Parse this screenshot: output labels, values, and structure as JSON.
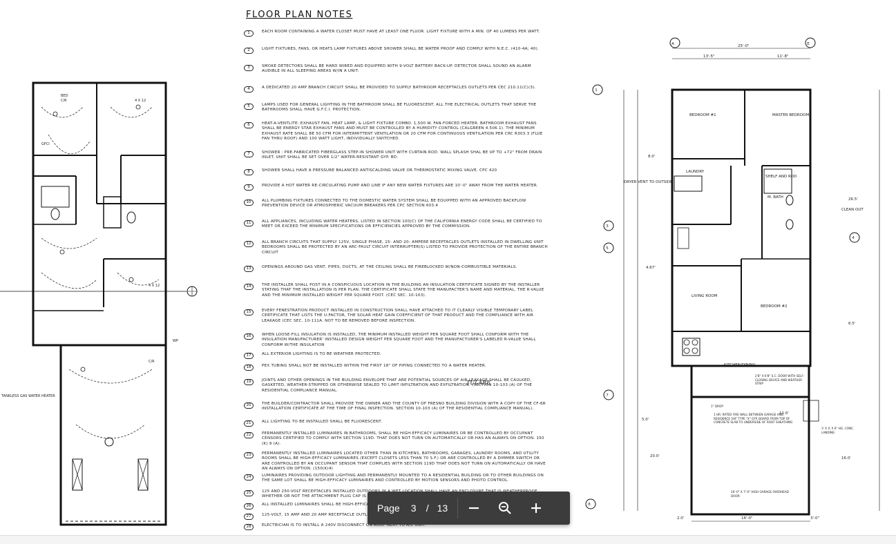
{
  "toolbar": {
    "page_label": "Page",
    "current_page": "3",
    "separator": "/",
    "total_pages": "13"
  },
  "icons": {
    "zoom_out": "minus-icon",
    "zoom_search": "magnifier-minus-icon",
    "zoom_in": "plus-icon"
  },
  "notes": {
    "title": "FLOOR PLAN NOTES",
    "items": [
      {
        "num": "1",
        "text": "EACH ROOM CONTAINING A WATER CLOSET MUST HAVE AT LEAST ONE FLUOR. LIGHT FIXTURE WITH A MIN. OF 40 LUMENS PER WATT."
      },
      {
        "num": "2",
        "text": "LIGHT FIXTURES, FANS, OR HEATS LAMP FIXTURES ABOVE SHOWER SHALL BE WATER PROOF AND COMPLY WITH N.E.C. (410-4A; 40)."
      },
      {
        "num": "3",
        "text": "SMOKE DETECTORS SHALL BE HARD WIRED AND EQUIPPED WITH 9-VOLT BATTERY BACK-UP. DETECTOR SHALL SOUND AN ALARM AUDIBLE IN ALL SLEEPING AREAS W/IN A UNIT."
      },
      {
        "num": "4",
        "text": "A DEDICATED 20 AMP BRANCH CIRCUIT SHALL BE PROVIDED TO SUPPLY BATHROOM RECEPTACLES OUTLETS PER CEC 210.11(C)(3)."
      },
      {
        "num": "5",
        "text": "LAMPS USED FOR GENERAL LIGHTING IN THE BATHROOM SHALL BE FLUORESCENT. ALL THE ELECTRICAL OUTLETS THAT SERVE THE BATHROOMS SHALL HAVE G.F.C.I. PROTECTION."
      },
      {
        "num": "6",
        "text": "HEAT-A-VENTLITE: EXHAUST FAN, HEAT LAMP, & LIGHT FIXTURE COMBO. 1,500 W. FAN-FORCED HEATER. BATHROOM EXHAUST FANS SHALL BE ENERGY STAR EXHAUST FANS AND MUST BE CONTROLLED BY A HUMIDITY CONTROL (CALGreen 4.506.1). THE MINIMUM EXHAUST RATE SHALL BE 50 CFM FOR INTERMITTENT VENTILATION OR 20 CFM FOR CONTINUOUS VENTILATION PER CRC R303.3 (FLUE FAN THRU ROOF) AND 100 WATT LIGHT, INDIVIDUALLY SWITCHED."
      },
      {
        "num": "7",
        "text": "SHOWER : PRE-FABRICATED FIBERGLASS STEP-IN SHOWER UNIT WITH CURTAIN ROD. WALL SPLASH SHAL BE UP TO +72\" FROM DRAIN INLET. UNIT SHALL BE SET OVER 1/2\" WATER-RESISTANT GYP. BD."
      },
      {
        "num": "8",
        "text": "SHOWER SHALL HAVE A PRESSURE BALANCED ANTISCALDING VALVE OR THERMOSTATIC MIXING VALVE. CPC 420"
      },
      {
        "num": "9",
        "text": "PROVIDE A HOT WATER RE-CIRCULATING PUMP AND LINE IF ANY NEW WATER FIXTURES ARE 10'-0\" AWAY FROM THE WATER HEATER."
      },
      {
        "num": "10",
        "text": "ALL PLUMBING FIXTURES CONNECTED TO THE DOMESTIC WATER SYSTEM SHALL BE EQUIPPED WITH AN APPROVED BACKFLOW PREVENTION DEVICE OR ATMOSPHERIC VACUUM BREAKERS PER CPC SECTION 603.4"
      },
      {
        "num": "11",
        "text": "ALL APPLIANCES, INCLUDING WATER HEATERS, LISTED IN SECTION 100(C) OF THE CALIFORNIA ENERGY CODE SHALL BE CERTIFIED TO MEET OR EXCEED THE MINIMUM SPECIFICATIONS OR EFFICIENCIES APPROVED BY THE COMMISSION."
      },
      {
        "num": "12",
        "text": "ALL BRANCH CIRCUITS THAT SUPPLY 125V, SINGLE PHASE, 15- AND 20- AMPERE RECEPTACLES OUTLETS INSTALLED IN DWELLING UNIT BEDROOMS SHALL BE PROTECTED BY AN ARC-FAULT CIRCUIT INTERRUPTER(S) LISTED TO PROVIDE PROTECTION OF THE ENTIRE BRANCH CIRCUIT"
      },
      {
        "num": "13",
        "text": "OPENINGS AROUND GAS VENT, PIPES, DUCTS, AT THE CEILING SHALL BE FIREBLOCKED W/NON-COMBUSTIBLE MATERIALS."
      },
      {
        "num": "14",
        "text": "THE INSTALLER SHALL POST IN A CONSPICUOUS LOCATION IN THE BUILDING AN INSULATION CERTIFICATE SIGNED BY THE INSTALLER STATING THAT THE INSTALLATION IS PER PLAN. THE CERTIFICATE SHALL STATE THE MANUFACTER'S NAME AND MATERIAL, THE R-VALUE AND THE MINIMUM INSTALLED WEIGHT PER SQUARE FOOT. (CEC SEC. 10-103)."
      },
      {
        "num": "15",
        "text": "EVERY FENESTRATION PRODUCT INSTALLED IN CONSTRUCTION SHALL HAVE ATTACHED TO IT CLEARLY VISIBLE TEMPORARY LABEL CERTIFICATE THAT LISTS THE U-FACTOR, THE SOLAR HEAT GAIN COEFFICIENT OF THAT PRODUCT AND THE COMPLIANCE WITH AIR LEAKAGE (CEC SEC. 10-111A. NOT TO BE REMOVED BEFORE INSPECTION."
      },
      {
        "num": "16",
        "text": "WHEN LOOSE-FILL INSULATION IS INSTALLED, THE MINIMUM INSTALLED WEIGHT PER SQUARE FOOT SHALL CONFORM WITH THE INSULATION MANUFACTURER' INSTALLED DESIGN WEIGHT PER SQUARE FOOT AND THE MANUFACTURER'S LABELED R-VALUE SHALL CONFORM W/THE INSULATION"
      },
      {
        "num": "17",
        "text": "ALL EXTERIOR LIGHTING IS TO BE WEATHER PROTECTED."
      },
      {
        "num": "18",
        "text": "PEX TUBING SHALL NOT BE INSTALLED WITHIN THE FIRST 18\" OF PIPING CONNECTED TO A WATER HEATER."
      },
      {
        "num": "19",
        "text": "JOINTS AND OTHER OPENINGS IN THE BUILDING ENVELOPE THAT ARE POTENTIAL SOURCES OF AIR LEAKAGE SHALL BE CAULKED, GASKETED, WEATHER-STRIPPED OR OTHERWISE SEALED TO LIMIT INFILTRATION AND EXFILTRATION. (SECTION 10-103 (a) OF THE RESIDENTIAL COMPLIANCE MANUAL."
      },
      {
        "num": "20",
        "text": "THE BUILDER/CONTRACTOR SHALL PROVIDE THE OWNER AND THE COUNTY OF FRESNO BUILDING DIVISION WITH A COPY OF THE CF-6R INSTALLATION CERTIFICATE AT THE TIME OF FINAL INSPECTION. SECTION 10-103 (a) OF THE RESIDENTIAL COMPLIANCE MANUAL)."
      },
      {
        "num": "21",
        "text": "ALL LIGHTING TO BE INSTALLED SHALL BE FLUORESCENT."
      },
      {
        "num": "22",
        "text": "PERMANENTLY INSTALLED LUMINAIRES IN BATHROOMS, SHALL BE HIGH-EFFICACY LUMINAIRES OR BE CONTROLLED BY OCCUPANT CENSORS CERTIFIED TO COMPLY WITH SECTION 119d. THAT DOES NOT TURN ON AUTOMATICALLY OR HAS AN ALWAYS ON OPTION. 150 (K) 9 (A)."
      },
      {
        "num": "23",
        "text": "PERMANENTLY INSTALLED LUMINAIRES LOCATED OTHER THAN IN KITCHENS, BATHROOMS, GARAGES, LAUNDRY ROOMS, AND UTILITY ROOMS SHALL BE HIGH-EFFICACY LUMINAIRES (EXCEPT CLOSETS LESS THAN 70 S.F.) OR ARE CONTROLLED BY A DIMMER SWITCH OR ARE CONTROLLED BY AN OCCUPANT SENSOR THAT COMPLIES WITH SECTION 119d THAT DOES NOT TURN ON AUTOMATICALLY OR HAVE AN ALWAYS ON OPTION. (150(K)4)"
      },
      {
        "num": "24",
        "text": "LUMINAIRES PROVIDING OUTDOOR LIGHTING AND PERMANENTLY MOUNTED TO A RESIDENTIAL BUILDING OR TO OTHER BUILDINGS ON THE SAME LOT SHALL BE HIGH-EFFICACY LUMINAIRES AND CONTROLLED BY MOTION SENSORS AND PHOTO CONTROL."
      },
      {
        "num": "25",
        "text": "125 AND 250-VOLT RECEPTACLES INSTALLED OUTDOORS IN A WET LOCATION SHALL HAVE AN ENCLOSURE THAT IS WEATHERPROOF WHETHER OR NOT THE ATTACHMENT PLUG CAP IS INSERTED. C.E.C. 406.8 (B)(1)"
      },
      {
        "num": "26",
        "text": "ALL INSTALLED LUMINAIRES SHALL BE HIGH-EFFICACY LUMINAIRES IN ACCORDANCE WITH TABLE 150.0-A IN THE CEC SECTION 150.0(K)."
      },
      {
        "num": "27",
        "text": "125-VOLT, 15 AMP AND 20 AMP RECEPTACLE OUTLETS SHALL BE LISTED TAMPER-RESISTANT RECEPTACLES PER CEC 406.11"
      },
      {
        "num": "28",
        "text": "ELECTRICIAN IS TO INSTALL A 240V DISCONNECT ON ROOF NEXT TO A/C UNIT."
      }
    ],
    "note20_handwritten": "TULARE"
  },
  "right_plan": {
    "grid": [
      "A",
      "E",
      "1",
      "3",
      "4",
      "5",
      "7",
      "8"
    ],
    "rooms": [
      "BEDROOM #1",
      "MASTER BEDROOM",
      "LAUNDRY",
      "SHELF AND ROD",
      "M. BATH",
      "LIVING ROOM",
      "BEDROOM #2",
      "KITCHEN/DINING",
      "CLEAN OUT",
      "DRYER VENT TO OUTSIDE"
    ],
    "dims": [
      "25'-0\"",
      "13'-5\"",
      "11'-8\"",
      "26.5'",
      "6.5'",
      "11.0'",
      "16.0'",
      "20.0'",
      "5.0'",
      "8.0'",
      "4.67'",
      "2.0'",
      "16'-0\"",
      "3'-0\""
    ],
    "garage_note": "1 HR. RATED FIRE WALL BETWEEN GARAGE AND RESIDENCE 5/8\" TYPE \"X\" GYP. BOARD FROM TOP OF CONCRETE SLAB TO UNDERSIDE OF ROOF SHEATHING",
    "garage_door": "16'-0\" X 7'-0\" HIGH GARAGE OVERHEAD DOOR",
    "door_note": "2'8\" X 6'8\" S.C. DOOR WITH SELF-CLOSING DEVICE AND WEATHER STRIP",
    "landing": "3' X 4' X 6\" HG. CONC. LANDING",
    "drop": "1\" DROP"
  },
  "left_plan": {
    "labels": [
      "BED",
      "C/R",
      "4 X 12",
      "TANKLESS GAS WATER HEATER",
      "4 X 12",
      "GFCI",
      "WP",
      "C/R"
    ]
  }
}
